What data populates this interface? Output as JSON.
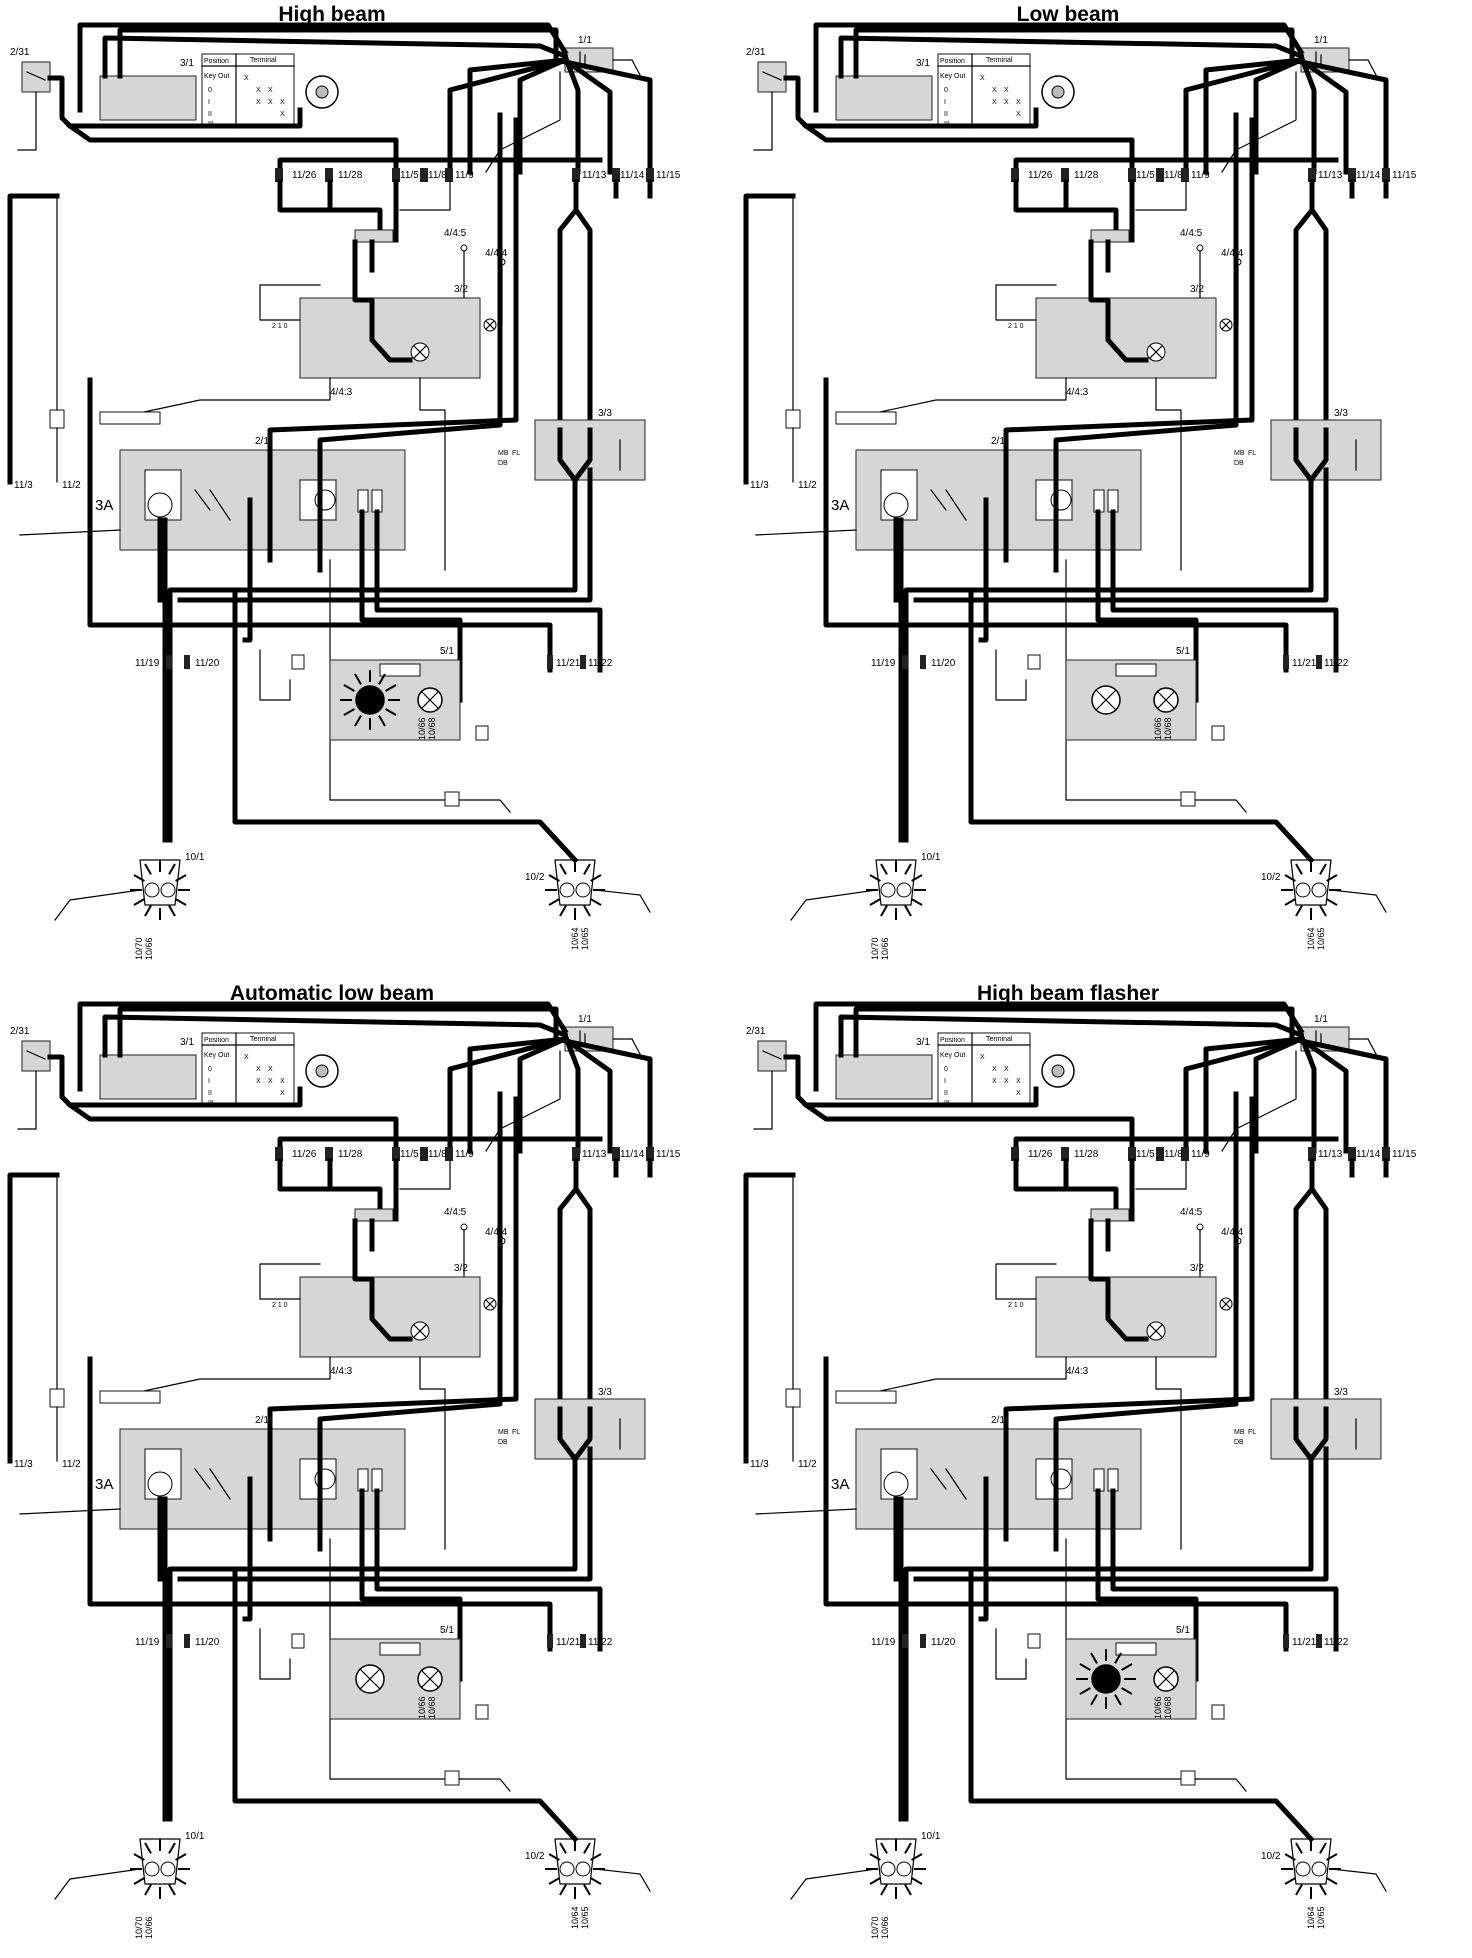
{
  "panels": [
    {
      "title": "High beam",
      "highbeam_on": true,
      "lowbeam_on": false,
      "conn_1019": "11/19",
      "conn_1020": "11/20"
    },
    {
      "title": "Low beam",
      "highbeam_on": false,
      "lowbeam_on": true,
      "conn_1019": "11/19",
      "conn_1020": "11/20"
    },
    {
      "title": "Automatic low beam",
      "highbeam_on": false,
      "lowbeam_on": true,
      "conn_1019": "11/19",
      "conn_1020": "11/20"
    },
    {
      "title": "High beam flasher",
      "highbeam_on": true,
      "lowbeam_on": false,
      "conn_1019": "11/19",
      "conn_1020": "11/20"
    }
  ],
  "labels": {
    "relay_231": "2/31",
    "ignition": "3/1",
    "battery": "1/1",
    "c1126": "11/26",
    "c1128": "11/28",
    "c115": "11/5",
    "c118": "11/8",
    "c119": "11/9",
    "c1113": "11/13",
    "c1114": "11/14",
    "c1115": "11/15",
    "s445": "4/4:5",
    "s444": "4/4:4",
    "s443": "4/4:3",
    "switch32": "3/2",
    "switch33": "3/3",
    "module21": "2/1",
    "c113": "11/3",
    "c112": "11/2",
    "label3a": "3A",
    "c1121": "11/21",
    "c1122": "11/22",
    "cluster51": "5/1",
    "lamp101": "10/1",
    "lamp102": "10/2",
    "b1070": "10/70",
    "b1066": "10/66",
    "b1064": "10/64",
    "b1065": "10/65",
    "b1068": "10/68",
    "position": "Position",
    "terminal": "Terminal",
    "keyout": "Key Out",
    "row0": "0",
    "row1": "I",
    "row2": "II",
    "row3": "III",
    "mark": "X",
    "mb": "MB",
    "fl": "FL",
    "db": "DB",
    "sw_abc": "2 1 0"
  },
  "colors": {
    "wire": "#000000",
    "component_fill": "#d6d6d6",
    "background": "#ffffff"
  }
}
